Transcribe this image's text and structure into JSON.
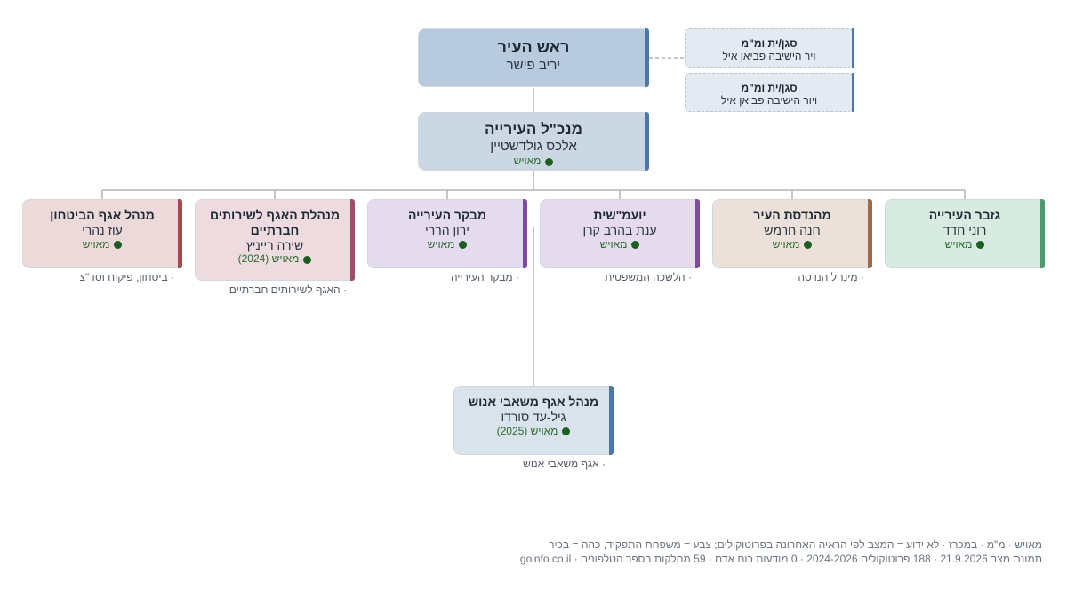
{
  "mayor": {
    "title": "ראש העיר",
    "name": "יריב פישר"
  },
  "deputies": [
    {
      "title": "סגן/ית ומ\"מ",
      "name": "ויר הישיבה פביאן איל"
    },
    {
      "title": "סגן/ית ומ\"מ",
      "name": "ויור הישיבה פביאן איל"
    }
  ],
  "ceo": {
    "title": "מנכ\"ל העירייה",
    "name": "אלכס גולדשטיין",
    "status": "מאויש"
  },
  "managers": [
    {
      "title": "גזבר העירייה",
      "name": "רוני חדד",
      "status": "מאויש",
      "dept": "",
      "color": "#4e9a6a",
      "bg": "#d7ebe0"
    },
    {
      "title": "מהנדסת העיר",
      "name": "חנה חרמש",
      "status": "מאויש",
      "dept": "· מינהל הנדסה",
      "color": "#9c6b45",
      "bg": "#ebe1da"
    },
    {
      "title": "יועמ\"שית",
      "name": "ענת בהרב קרן",
      "status": "מאויש",
      "dept": "· הלשכה המשפטית",
      "color": "#7e4a9e",
      "bg": "#e5dbed"
    },
    {
      "title": "מבקר העירייה",
      "name": "ירון הררי",
      "status": "מאויש",
      "dept": "· מבקר העירייה",
      "color": "#7e4a9e",
      "bg": "#e4dcee"
    },
    {
      "title": "מנהלת האגף לשירותים חברתיים",
      "name": "שירה רייניץ",
      "status": "מאויש (2024)",
      "dept": "· האגף לשירותים חברתיים",
      "color": "#a24d68",
      "bg": "#eedbe0"
    },
    {
      "title": "מנהל אגף הביטחון",
      "name": "עוז נהרי",
      "status": "מאויש",
      "dept": "· ביטחון, פיקוח וסד\"צ",
      "color": "#a34b4b",
      "bg": "#ecd9da"
    }
  ],
  "hr": {
    "title": "מנהל אגף משאבי אנוש",
    "name": "גיל-עד סורדו",
    "status": "מאויש (2025)",
    "dept": "· אגף משאבי אנוש"
  },
  "footer": {
    "line1": "מאויש · מ\"מ · במכרז · לא ידוע = המצב לפי הראיה האחרונה בפרוטוקולים; צבע = משפחת התפקיד, כהה = בכיר",
    "line2": "תמונת מצב 21.9.2026 · 188 פרוטוקולים 2024-2026 · 0 מודעות כוח אדם · 59 מחלקות בספר הטלפונים · goinfo.co.il"
  },
  "colors": {
    "mayor_bg": "#b8cbde",
    "ceo_bg": "#cbd8e3",
    "hr_bg": "#d9e3ec",
    "accent": "#4a78a8",
    "line": "#b3b3b3"
  }
}
